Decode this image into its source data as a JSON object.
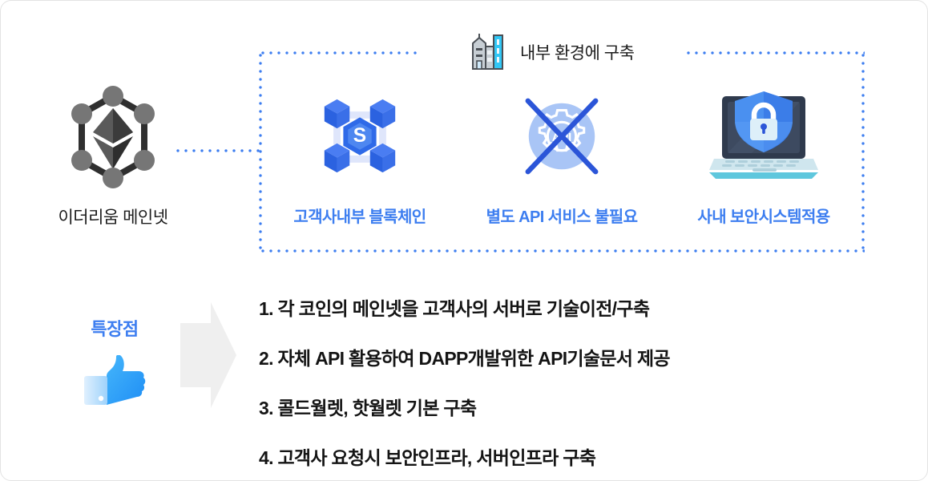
{
  "diagram": {
    "mainnet": {
      "label": "이더리움 메인넷",
      "icon": "ethereum-node-network-icon"
    },
    "internal_panel": {
      "title": "내부 환경에 구축",
      "title_icon": "building-icon",
      "features": [
        {
          "label": "고객사내부 블록체인",
          "icon": "blockchain-cubes-icon"
        },
        {
          "label": "별도 API 서비스 불필요",
          "icon": "api-gear-crossed-out-icon"
        },
        {
          "label": "사내  보안시스템적용",
          "icon": "laptop-shield-lock-icon"
        }
      ]
    },
    "highlights": {
      "title": "특장점",
      "icon": "thumbs-up-icon",
      "arrow_icon": "right-arrow-icon",
      "items": [
        "1. 각 코인의 메인넷을 고객사의 서버로 기술이전/구축",
        "2. 자체 API 활용하여 DAPP개발위한 API기술문서 제공",
        "3. 콜드월렛, 핫월렛 기본 구축",
        "4. 고객사 요청시 보안인프라, 서버인프라 구축"
      ]
    }
  },
  "colors": {
    "accent_blue": "#3d7ef0",
    "deep_blue": "#2b55d8",
    "cube_blue": "#2563eb",
    "light_blue": "#a8c4f5",
    "text_dark": "#1d1d1d",
    "arrow_gray": "#efefef",
    "node_gray": "#777777"
  }
}
